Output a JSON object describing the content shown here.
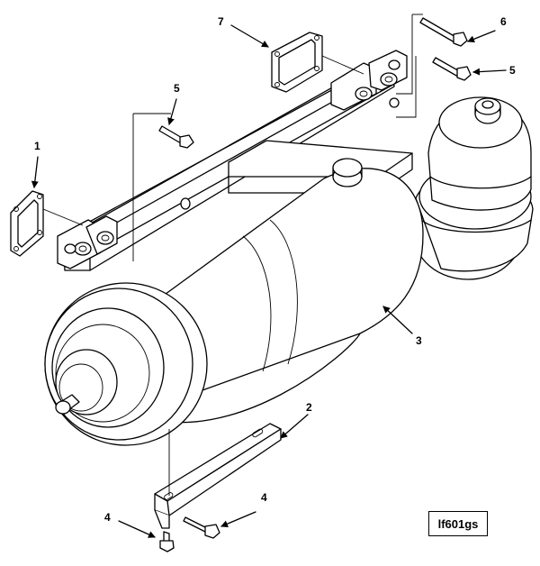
{
  "figure_id": "lf601gs",
  "callouts": [
    "1",
    "2",
    "3",
    "4",
    "4",
    "5",
    "5",
    "6",
    "7"
  ],
  "colors": {
    "line": "#000000",
    "background": "#ffffff"
  }
}
